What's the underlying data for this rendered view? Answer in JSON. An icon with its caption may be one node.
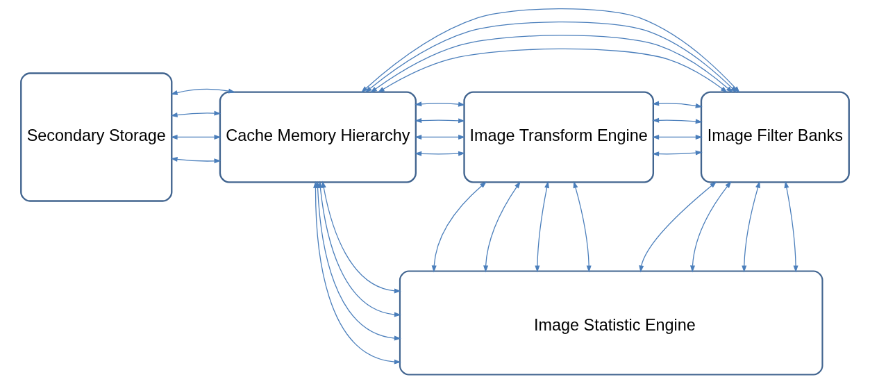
{
  "diagram": {
    "nodes": [
      {
        "text": [
          "Secondary Storage"
        ]
      },
      {
        "text": [
          "Cache Memory Hierarchy"
        ]
      },
      {
        "text": [
          "Image Transform Engine"
        ]
      },
      {
        "text": [
          "Image Filter Banks"
        ]
      },
      {
        "text": [
          "Image Statistic Engine"
        ]
      }
    ],
    "edges": [
      {
        "from": 0,
        "to": 1,
        "arrow": "both"
      },
      {
        "from": 0,
        "to": 1,
        "arrow": "both"
      },
      {
        "from": 0,
        "to": 1,
        "arrow": "both"
      },
      {
        "from": 0,
        "to": 1,
        "arrow": "both"
      },
      {
        "from": 1,
        "to": 3,
        "arrow": "both"
      },
      {
        "from": 1,
        "to": 3,
        "arrow": "both"
      },
      {
        "from": 1,
        "to": 3,
        "arrow": "both"
      },
      {
        "from": 1,
        "to": 3,
        "arrow": "both"
      },
      {
        "from": 1,
        "to": 2,
        "arrow": "both"
      },
      {
        "from": 1,
        "to": 2,
        "arrow": "both"
      },
      {
        "from": 1,
        "to": 2,
        "arrow": "both"
      },
      {
        "from": 1,
        "to": 2,
        "arrow": "both"
      },
      {
        "from": 2,
        "to": 3,
        "arrow": "both"
      },
      {
        "from": 2,
        "to": 3,
        "arrow": "both"
      },
      {
        "from": 2,
        "to": 3,
        "arrow": "both"
      },
      {
        "from": 2,
        "to": 3,
        "arrow": "both"
      },
      {
        "from": 2,
        "to": 4,
        "arrow": "both"
      },
      {
        "from": 2,
        "to": 4,
        "arrow": "both"
      },
      {
        "from": 2,
        "to": 4,
        "arrow": "both"
      },
      {
        "from": 2,
        "to": 4,
        "arrow": "both"
      },
      {
        "from": 3,
        "to": 4,
        "arrow": "both"
      },
      {
        "from": 3,
        "to": 4,
        "arrow": "both"
      },
      {
        "from": 3,
        "to": 4,
        "arrow": "both"
      },
      {
        "from": 3,
        "to": 4,
        "arrow": "both"
      },
      {
        "from": 1,
        "to": 4,
        "arrow": "both"
      },
      {
        "from": 1,
        "to": 4,
        "arrow": "both"
      },
      {
        "from": 1,
        "to": 4,
        "arrow": "both"
      },
      {
        "from": 1,
        "to": 4,
        "arrow": "both"
      }
    ]
  }
}
